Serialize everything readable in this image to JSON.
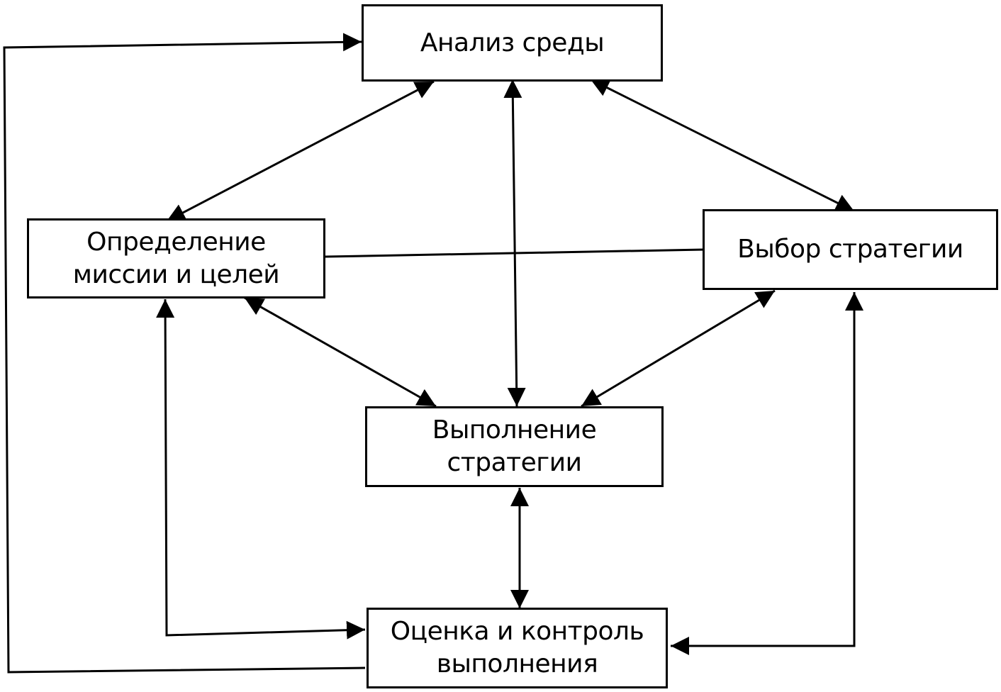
{
  "diagram": {
    "title": "",
    "nodes": {
      "analysis": {
        "lines": [
          "Анализ среды"
        ]
      },
      "mission": {
        "lines": [
          "Определение",
          "миссии и целей"
        ]
      },
      "choice": {
        "lines": [
          "Выбор стратегии"
        ]
      },
      "execution": {
        "lines": [
          "Выполнение",
          "стратегии"
        ]
      },
      "evaluation": {
        "lines": [
          "Оценка и контроль",
          "выполнения"
        ]
      }
    },
    "edges": [
      {
        "from": "analysis",
        "to": "mission",
        "direction": "both"
      },
      {
        "from": "analysis",
        "to": "execution",
        "direction": "both"
      },
      {
        "from": "analysis",
        "to": "choice",
        "direction": "both"
      },
      {
        "from": "mission",
        "to": "choice",
        "direction": "none"
      },
      {
        "from": "mission",
        "to": "execution",
        "direction": "both"
      },
      {
        "from": "choice",
        "to": "execution",
        "direction": "both"
      },
      {
        "from": "execution",
        "to": "evaluation",
        "direction": "both"
      },
      {
        "from": "mission",
        "to": "evaluation",
        "direction": "both"
      },
      {
        "from": "choice",
        "to": "evaluation",
        "direction": "both"
      },
      {
        "from": "evaluation",
        "to": "analysis",
        "direction": "forward"
      }
    ],
    "colors": {
      "stroke": "#000000",
      "background": "#ffffff"
    }
  }
}
